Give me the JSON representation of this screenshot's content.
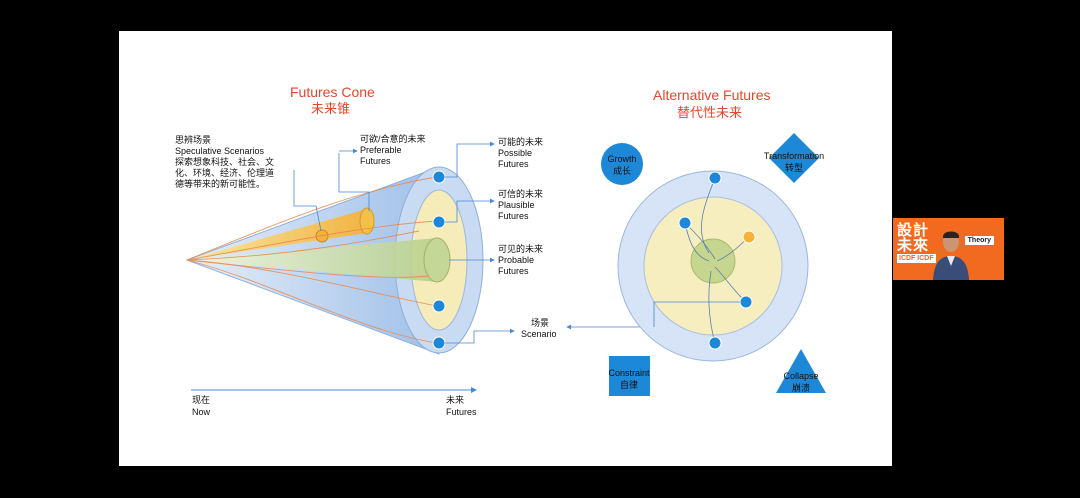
{
  "cone": {
    "title_en": "Futures Cone",
    "title_cn": "未来锥",
    "speculative": [
      "思辨场景",
      "Speculative Scenarios",
      "探索想象科技、社会、文",
      "化、环境、经济、伦理道",
      "德等带来的新可能性。"
    ],
    "preferable": [
      "可欲/合意的未来",
      "Preferable",
      "Futures"
    ],
    "possible": [
      "可能的未来",
      "Possible",
      "Futures"
    ],
    "plausible": [
      "可信的未来",
      "Plausible",
      "Futures"
    ],
    "probable": [
      "可见的未来",
      "Probable",
      "Futures"
    ],
    "scenario": [
      "场景",
      "Scenario"
    ],
    "now": [
      "现在",
      "Now"
    ],
    "futures": [
      "未来",
      "Futures"
    ]
  },
  "alt": {
    "title_en": "Alternative Futures",
    "title_cn": "替代性未来",
    "growth": [
      "Growth",
      "成长"
    ],
    "transformation": [
      "Transformation",
      "转型"
    ],
    "constraint": [
      "Constraint",
      "自律"
    ],
    "collapse": [
      "Collapse",
      "崩溃"
    ]
  },
  "webcam": {
    "logo_line1": "設計",
    "logo_line2": "未來",
    "badge": "ICDF ICDF",
    "tag": "Theory"
  },
  "colors": {
    "title_red": "#e8452c",
    "blue": "#1e88d8",
    "cone_blue": "#a9c7ec",
    "yellow": "#f5e9a8",
    "green": "#c9dba0",
    "orange": "#f4b23a",
    "webcam_orange": "#f26a1f"
  }
}
